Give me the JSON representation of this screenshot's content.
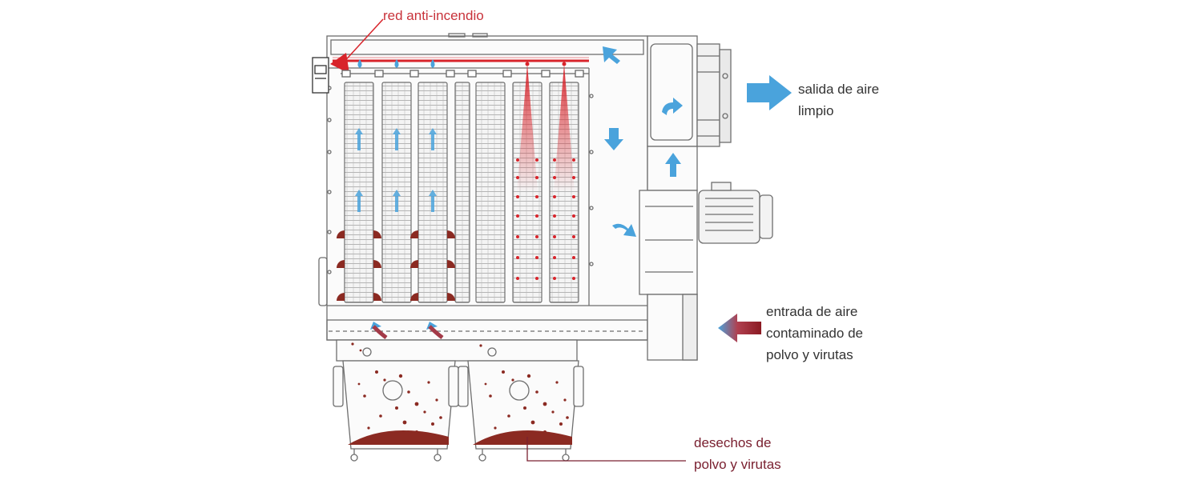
{
  "labels": {
    "fire_network": "red anti-incendio",
    "clean_air_out": "salida de aire\nlimpio",
    "dirty_air_in": "entrada de aire\ncontaminado de\npolvo y virutas",
    "waste": "desechos de\npolvo y virutas"
  },
  "colors": {
    "clean_air": "#4aa3dc",
    "fire": "#d8242b",
    "dust": "#8b2a22",
    "machine_line": "#6e6e6e"
  },
  "icons": {
    "clean_air_flow": "blue-arrow-icon",
    "dirty_air_flow": "red-gradient-arrow-icon"
  }
}
